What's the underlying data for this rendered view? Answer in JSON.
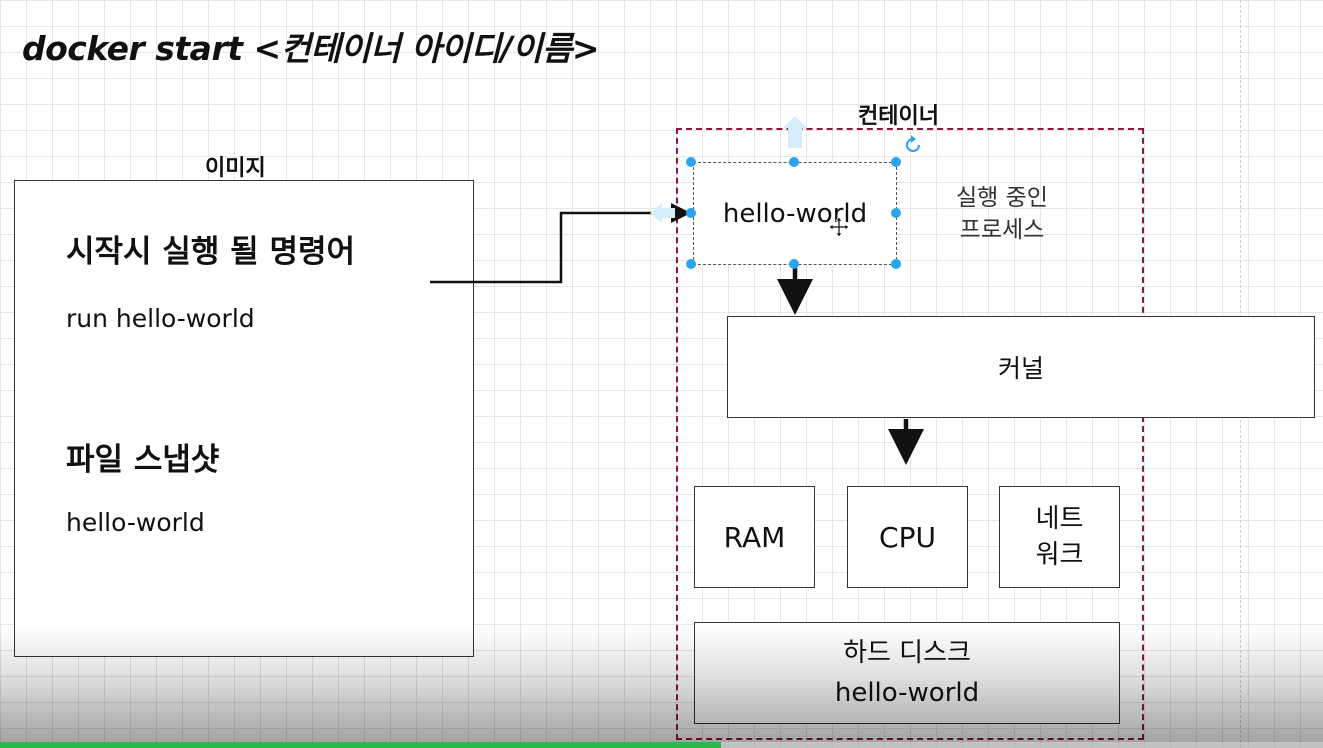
{
  "heading": "docker start <컨테이너 아이디/이름>",
  "image": {
    "caption": "이미지",
    "startup_command_label": "시작시 실행 될 명령어",
    "startup_command_value": "run hello-world",
    "snapshot_label": "파일 스냅샷",
    "snapshot_value": "hello-world"
  },
  "container": {
    "caption": "컨테이너",
    "process_label": "hello-world",
    "running_process_label_line1": "실행 중인",
    "running_process_label_line2": "프로세스",
    "kernel_label": "커널",
    "ram_label": "RAM",
    "cpu_label": "CPU",
    "network_label_line1": "네트",
    "network_label_line2": "워크",
    "disk_label_line1": "하드 디스크",
    "disk_label_line2": "hello-world"
  },
  "video": {
    "progress_fraction": 0.545,
    "progress_color": "#2db84e"
  },
  "colors": {
    "container_border": "#8b1a3a",
    "selection_handle": "#2aa3f0"
  }
}
